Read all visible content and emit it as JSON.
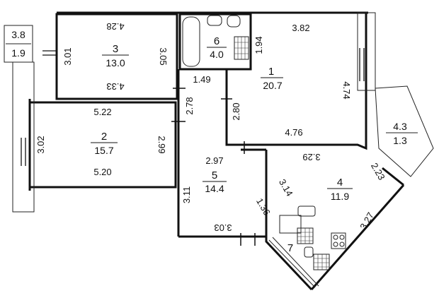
{
  "rooms": [
    {
      "number": "1",
      "area": "20.7"
    },
    {
      "number": "2",
      "area": "15.7"
    },
    {
      "number": "3",
      "area": "13.0"
    },
    {
      "number": "4",
      "area": "11.9"
    },
    {
      "number": "5",
      "area": "14.4"
    },
    {
      "number": "6",
      "area": "4.0"
    },
    {
      "number": "7",
      "area": ""
    }
  ],
  "balconies": [
    {
      "length": "3.8",
      "area": "1.9"
    },
    {
      "length": "4.3",
      "area": "1.3"
    }
  ],
  "dimensions": {
    "room3_top": "4.28",
    "room3_bottom": "4.33",
    "room3_left": "3.01",
    "room3_right": "3.05",
    "room2_top": "5.22",
    "room2_bottom": "5.20",
    "room2_left": "3.02",
    "room2_right": "2.99",
    "room1_top": "3.82",
    "room1_left_upper": "1.94",
    "room1_left": "2.80",
    "room1_right": "4.74",
    "room1_bottom": "4.76",
    "hall_width": "1.49",
    "hall_height": "2.78",
    "room5_top": "2.97",
    "room5_left": "3.11",
    "room5_bottom": "3.03",
    "room4_top": "3.29",
    "room4_left": "3.14",
    "room4_corner": "2.23",
    "room4_diagonal": "3.27",
    "kitchen_side": "1.36"
  }
}
